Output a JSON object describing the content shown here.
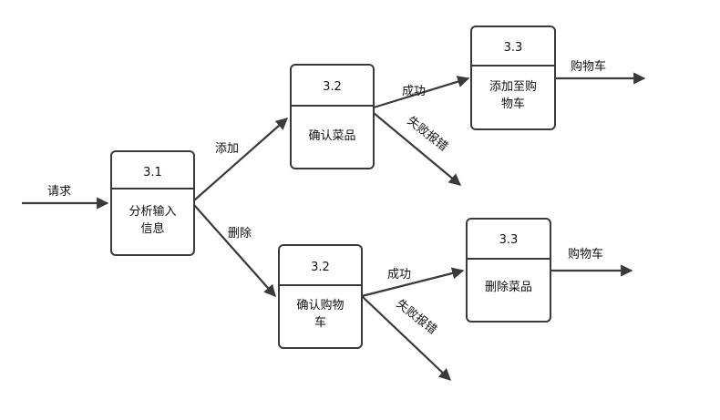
{
  "nodes": {
    "n31": {
      "id": "3.1",
      "label_line1": "分析输入",
      "label_line2": "信息"
    },
    "n32a": {
      "id": "3.2",
      "label": "确认菜品"
    },
    "n32b": {
      "id": "3.2",
      "label_line1": "确认购物",
      "label_line2": "车"
    },
    "n33a": {
      "id": "3.3",
      "label_line1": "添加至购",
      "label_line2": "物车"
    },
    "n33b": {
      "id": "3.3",
      "label": "删除菜品"
    }
  },
  "edges": {
    "request": "请求",
    "add": "添加",
    "delete": "删除",
    "success_top": "成功",
    "fail_top": "失败报错",
    "output_top": "购物车",
    "success_bottom": "成功",
    "fail_bottom": "失败报错",
    "output_bottom": "购物车"
  }
}
